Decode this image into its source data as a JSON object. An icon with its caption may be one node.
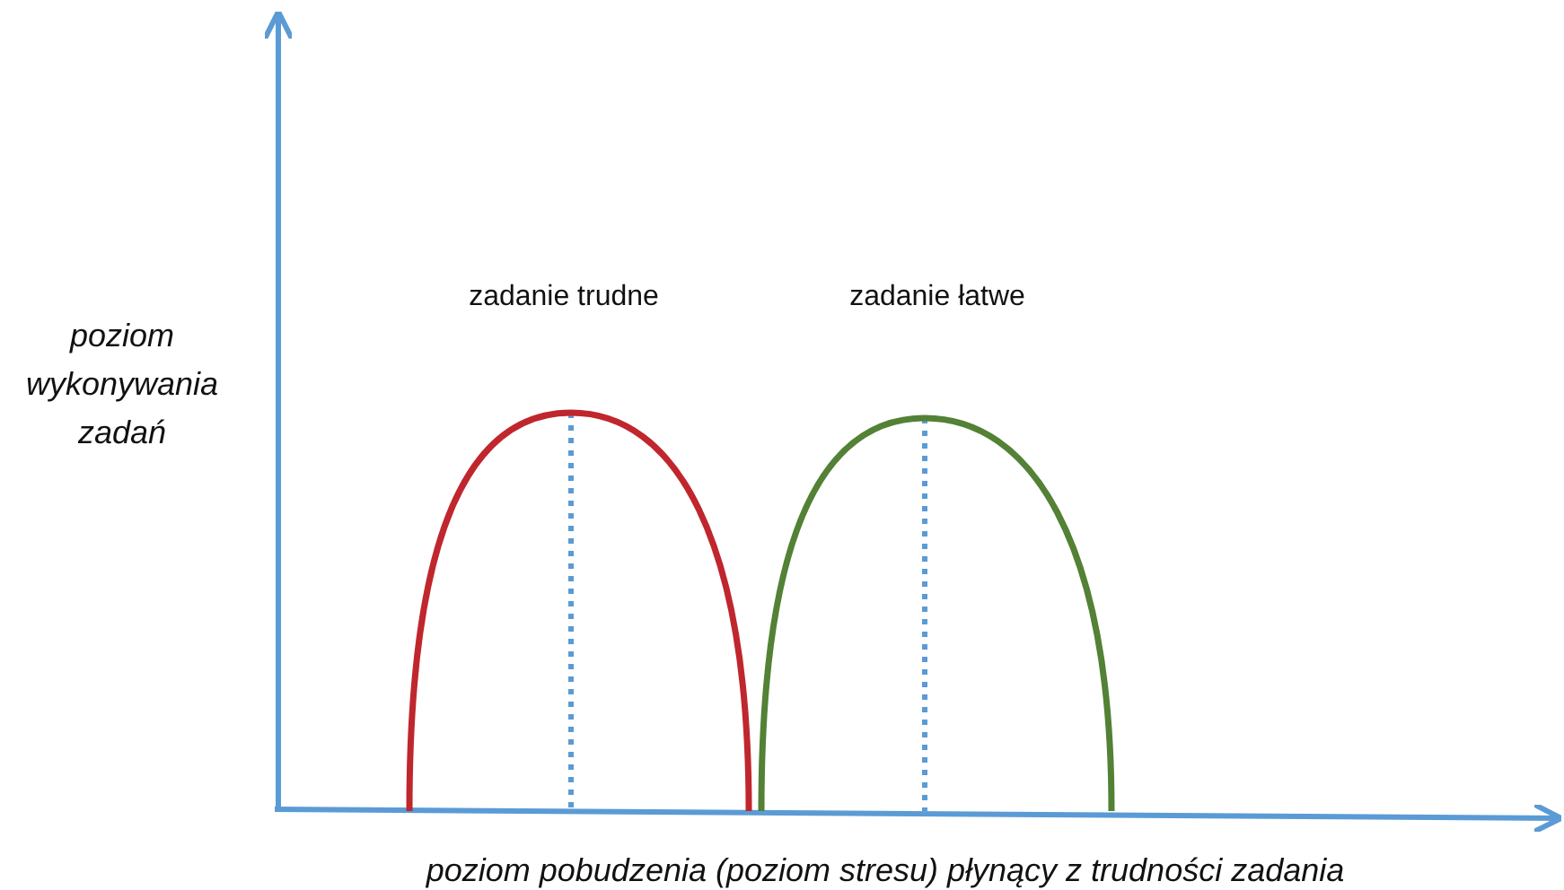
{
  "diagram": {
    "labels": [
      "zadanie trudne",
      "zadanie łatwe",
      "poziom wykonywania zadań",
      "poziom pobudzenia (poziom stresu) płynący z trudności zadania"
    ]
  }
}
